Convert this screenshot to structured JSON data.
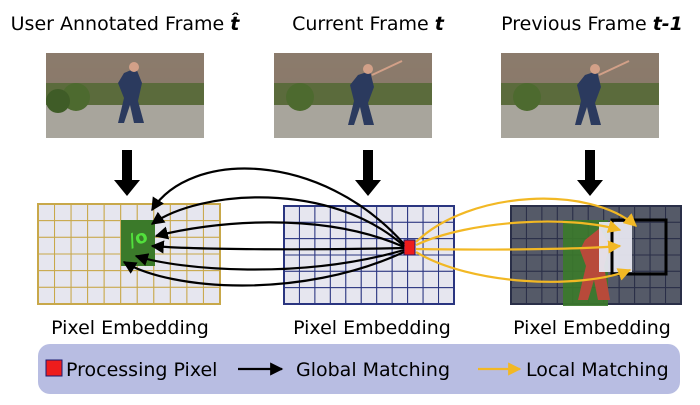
{
  "frames": [
    {
      "title": "User Annotated Frame ",
      "symbol": "t̂",
      "symbol_style": "bold-italic"
    },
    {
      "title": "Current Frame ",
      "symbol": "t",
      "symbol_style": "bold-italic"
    },
    {
      "title": "Previous Frame ",
      "symbol": "t-1",
      "symbol_style": "bold-italic"
    }
  ],
  "embeddings": [
    {
      "label": "Pixel Embedding",
      "grid_color": "#c8a84a",
      "cell_fill": "#e6e6ef"
    },
    {
      "label": "Pixel Embedding",
      "grid_color": "#2a3580",
      "cell_fill": "#e6e6ef"
    },
    {
      "label": "Pixel Embedding",
      "grid_color": "#2a2f48",
      "cell_fill": "#555a68"
    }
  ],
  "legend": {
    "processing_label": "Processing Pixel",
    "global_label": "Global Matching",
    "local_label": "Local Matching",
    "background": "#b8bde2"
  },
  "colors": {
    "processing_pixel": "#ee1c1c",
    "global_arrow": "#000000",
    "local_arrow": "#f2b824",
    "mask_green": "#3b7a2a",
    "mask_red": "#b84a3a",
    "window_border": "#000000"
  }
}
